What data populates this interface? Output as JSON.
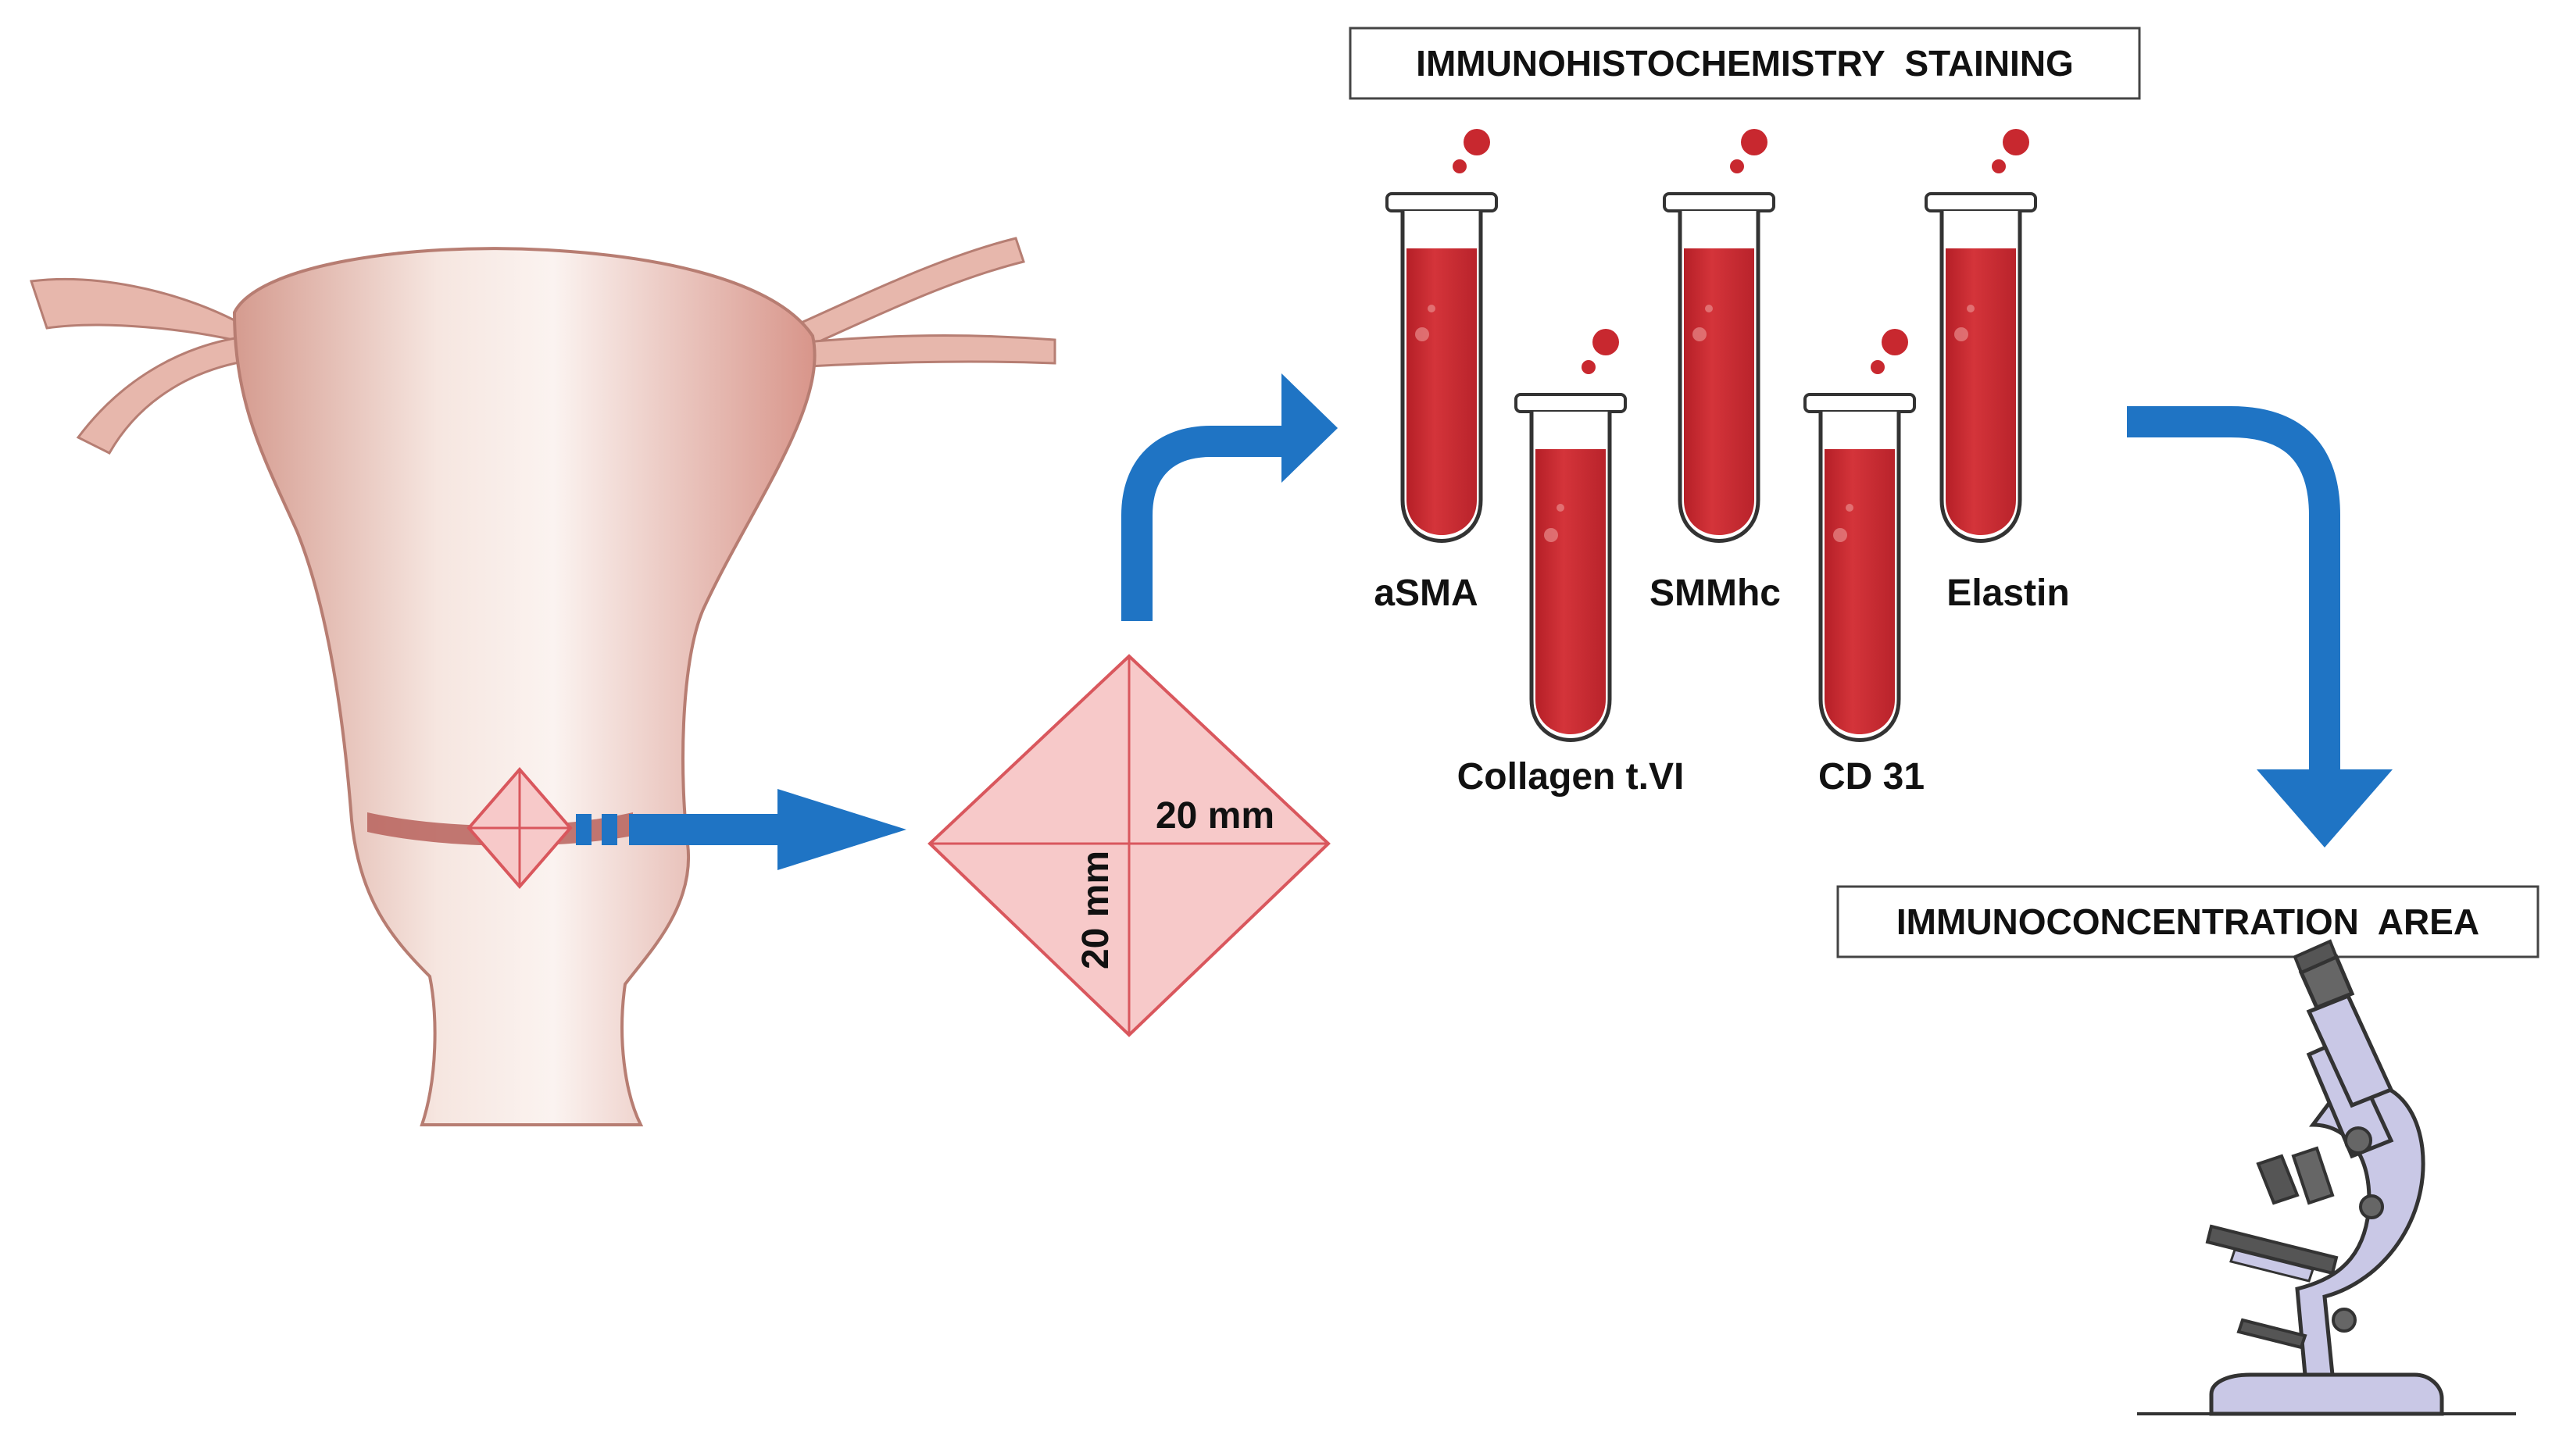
{
  "header": {
    "staining_title": "IMMUNOHISTOCHEMISTRY  STAINING",
    "area_title": "IMMUNOCONCENTRATION  AREA"
  },
  "sample": {
    "width_label": "20 mm",
    "height_label": "20 mm"
  },
  "tubes": [
    {
      "label": "aSMA"
    },
    {
      "label": "Collagen t.VI"
    },
    {
      "label": "SMMhc"
    },
    {
      "label": "CD 31"
    },
    {
      "label": "Elastin"
    }
  ],
  "colors": {
    "arrow": "#1f74c4",
    "stain": "#c8282f",
    "sample_fill": "#f7c9c9",
    "sample_stroke": "#d9575d",
    "tissue": "#e8b9ad",
    "microscope": "#c9c8e6"
  }
}
